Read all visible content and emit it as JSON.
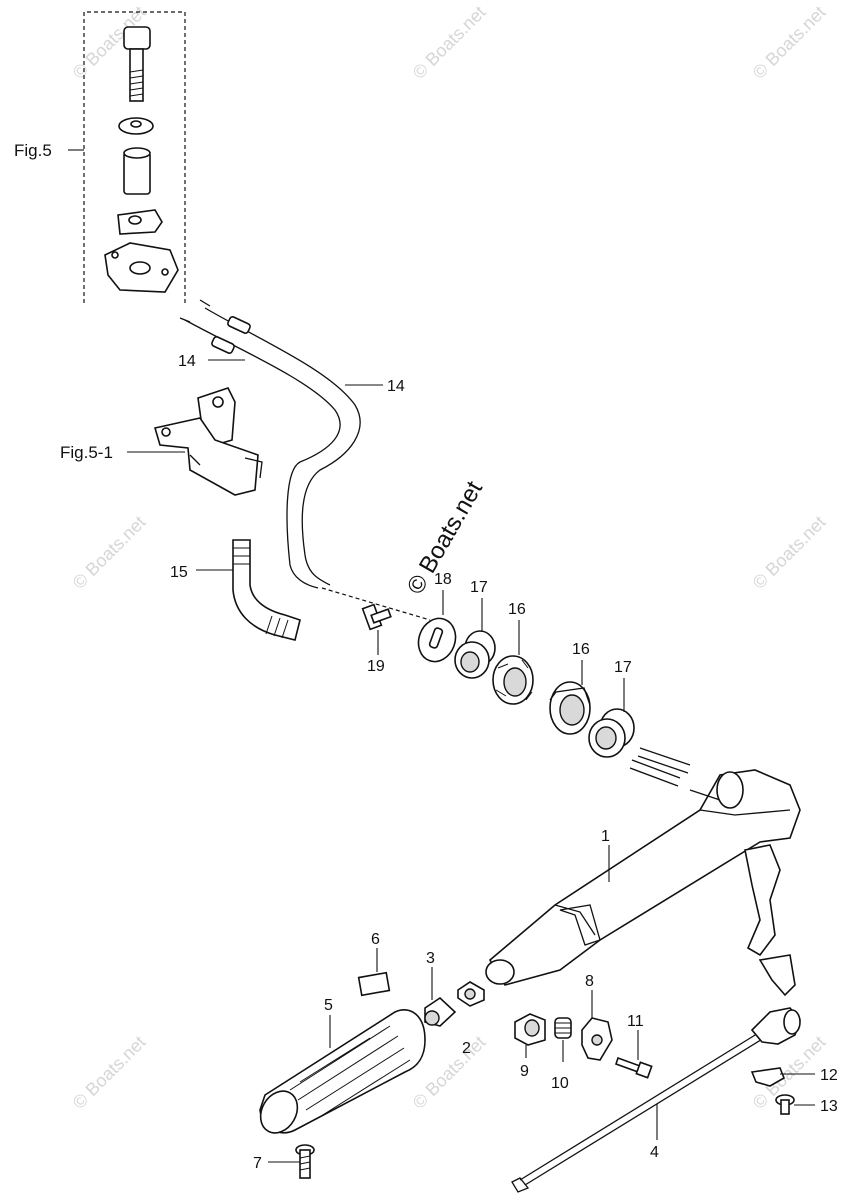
{
  "figure_labels": {
    "fig5": "Fig.5",
    "fig5_1": "Fig.5-1"
  },
  "callouts": {
    "p1": "1",
    "p2": "2",
    "p3": "3",
    "p4": "4",
    "p5": "5",
    "p6": "6",
    "p7": "7",
    "p8": "8",
    "p9": "9",
    "p10": "10",
    "p11": "11",
    "p12": "12",
    "p13": "13",
    "p14a": "14",
    "p14b": "14",
    "p15": "15",
    "p16a": "16",
    "p16b": "16",
    "p17a": "17",
    "p17b": "17",
    "p18": "18",
    "p19": "19"
  },
  "watermarks": {
    "main": "© Boats.net",
    "faint": "© Boats.net"
  }
}
